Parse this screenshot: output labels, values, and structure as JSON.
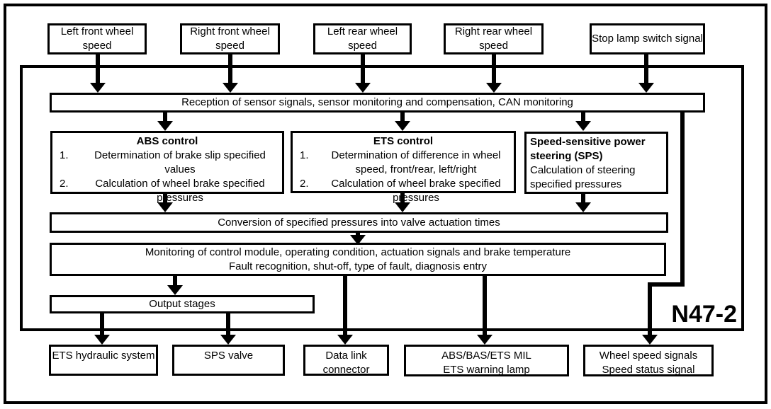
{
  "module": {
    "id": "N47-2"
  },
  "inputs": [
    {
      "label": "Left front wheel speed"
    },
    {
      "label": "Right front wheel speed"
    },
    {
      "label": "Left rear wheel speed"
    },
    {
      "label": "Right rear wheel speed"
    },
    {
      "label": "Stop lamp switch signal"
    }
  ],
  "controller": {
    "reception": "Reception of sensor signals, sensor monitoring and compensation, CAN monitoring",
    "abs": {
      "title": "ABS control",
      "items": [
        {
          "num": "1.",
          "text": "Determination of brake slip specified values"
        },
        {
          "num": "2.",
          "text": "Calculation of wheel brake specified pressures"
        }
      ]
    },
    "ets": {
      "title": "ETS control",
      "items": [
        {
          "num": "1.",
          "text": "Determination of difference in wheel speed, front/rear, left/right"
        },
        {
          "num": "2.",
          "text": "Calculation of wheel brake specified pressures"
        }
      ]
    },
    "sps": {
      "title": "Speed-sensitive power steering (SPS)",
      "text": "Calculation of steering specified pressures"
    },
    "conversion": "Conversion of specified pressures into valve actuation times",
    "monitoring_line1": "Monitoring of control module, operating condition, actuation signals and brake temperature",
    "monitoring_line2": "Fault recognition, shut-off, type of fault, diagnosis entry",
    "output_stages": "Output stages"
  },
  "outputs": [
    {
      "line1": "ETS hydraulic system",
      "line2": ""
    },
    {
      "line1": "SPS valve",
      "line2": ""
    },
    {
      "line1": "Data link connector",
      "line2": ""
    },
    {
      "line1": "ABS/BAS/ETS MIL",
      "line2": "ETS warning lamp"
    },
    {
      "line1": "Wheel speed signals",
      "line2": "Speed status signal"
    }
  ],
  "colors": {
    "ink": "#000000",
    "bg": "#ffffff"
  }
}
